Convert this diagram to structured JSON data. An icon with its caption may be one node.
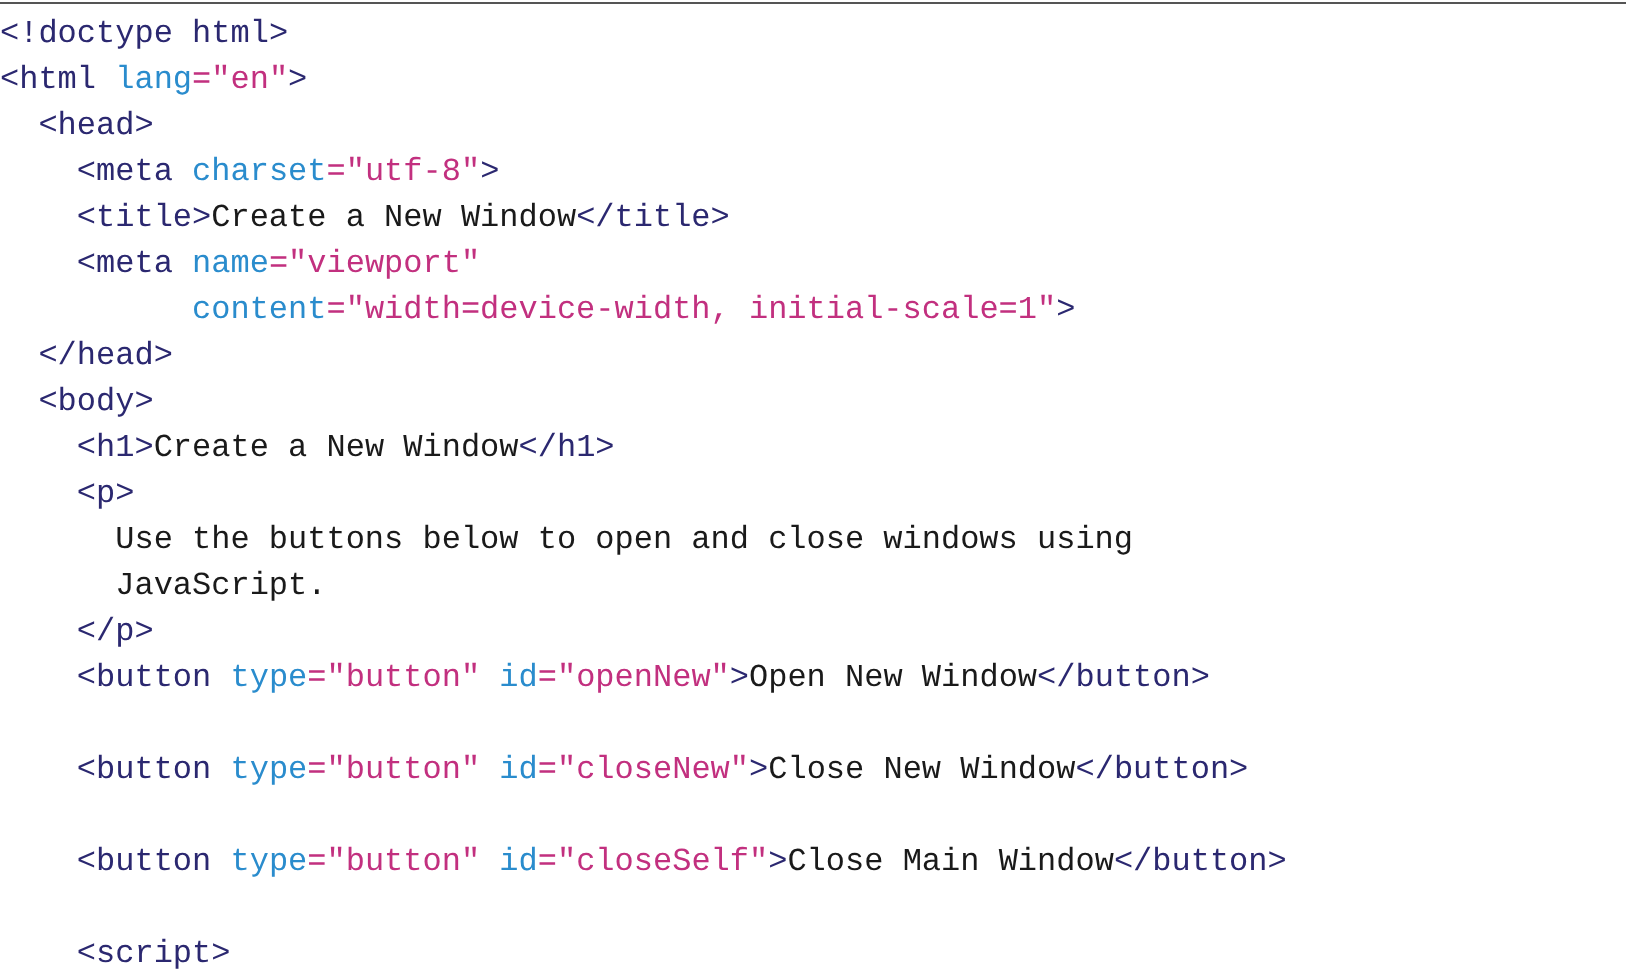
{
  "diagram": {
    "labels": [
      "<!doctype html>",
      "<html lang=\"en\">",
      "  <head>",
      "    <meta charset=\"utf-8\">",
      "    <title>Create a New Window</title>",
      "    <meta name=\"viewport\"",
      "          content=\"width=device-width, initial-scale=1\">",
      "  </head>",
      "  <body>",
      "    <h1>Create a New Window</h1>",
      "    <p>",
      "      Use the buttons below to open and close windows using",
      "      JavaScript.",
      "    </p>",
      "    <button type=\"button\" id=\"openNew\">Open New Window</button>",
      "    <button type=\"button\" id=\"closeNew\">Close New Window</button>",
      "    <button type=\"button\" id=\"closeSelf\">Close Main Window</button>",
      "    <script>"
    ]
  }
}
